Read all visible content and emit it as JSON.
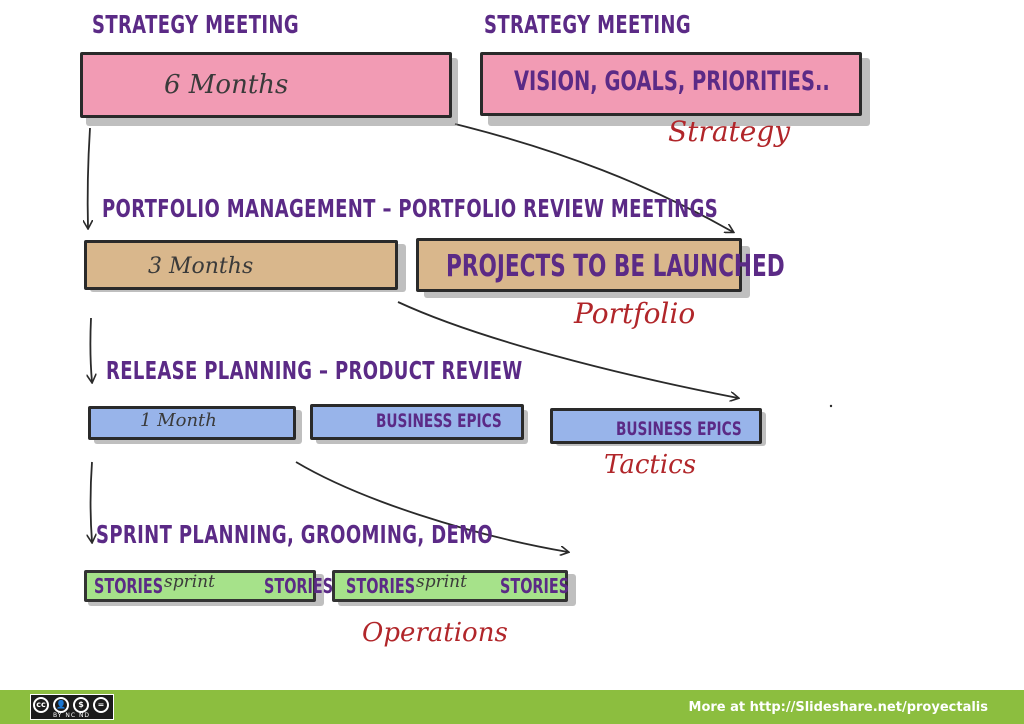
{
  "colors": {
    "strategy_fill": "#f29bb4",
    "portfolio_fill": "#d9b78c",
    "tactics_fill": "#98b4ea",
    "operations_fill": "#a6e28a",
    "heading_text": "#5b2a86",
    "label_text": "#b1262a",
    "footer_bar": "#8cbe3f"
  },
  "rows": {
    "strategy": {
      "heading_left": "STRATEGY MEETING",
      "heading_right": "STRATEGY MEETING",
      "duration": "6 Months",
      "content": "VISION, GOALS, PRIORITIES..",
      "label": "Strategy"
    },
    "portfolio": {
      "heading": "PORTFOLIO MANAGEMENT – PORTFOLIO REVIEW MEETINGS",
      "duration": "3 Months",
      "content": "PROJECTS TO BE LAUNCHED",
      "label": "Portfolio"
    },
    "tactics": {
      "heading": "RELEASE PLANNING – PRODUCT REVIEW",
      "duration": "1 Month",
      "content_a": "BUSINESS EPICS",
      "content_b": "BUSINESS EPICS",
      "label": "Tactics"
    },
    "operations": {
      "heading": "SPRINT PLANNING, GROOMING, DEMO",
      "sprint_a": {
        "left": "STORIES",
        "middle": "sprint",
        "right": "STORIES"
      },
      "sprint_b": {
        "left": "STORIES",
        "middle": "sprint",
        "right": "STORIES"
      },
      "label": "Operations"
    }
  },
  "footer": {
    "license_icons": [
      "cc-icon",
      "by-icon",
      "nc-icon",
      "nd-icon"
    ],
    "license_text": "BY  NC  ND",
    "more_text": "More at http://Slideshare.net/proyectalis"
  }
}
